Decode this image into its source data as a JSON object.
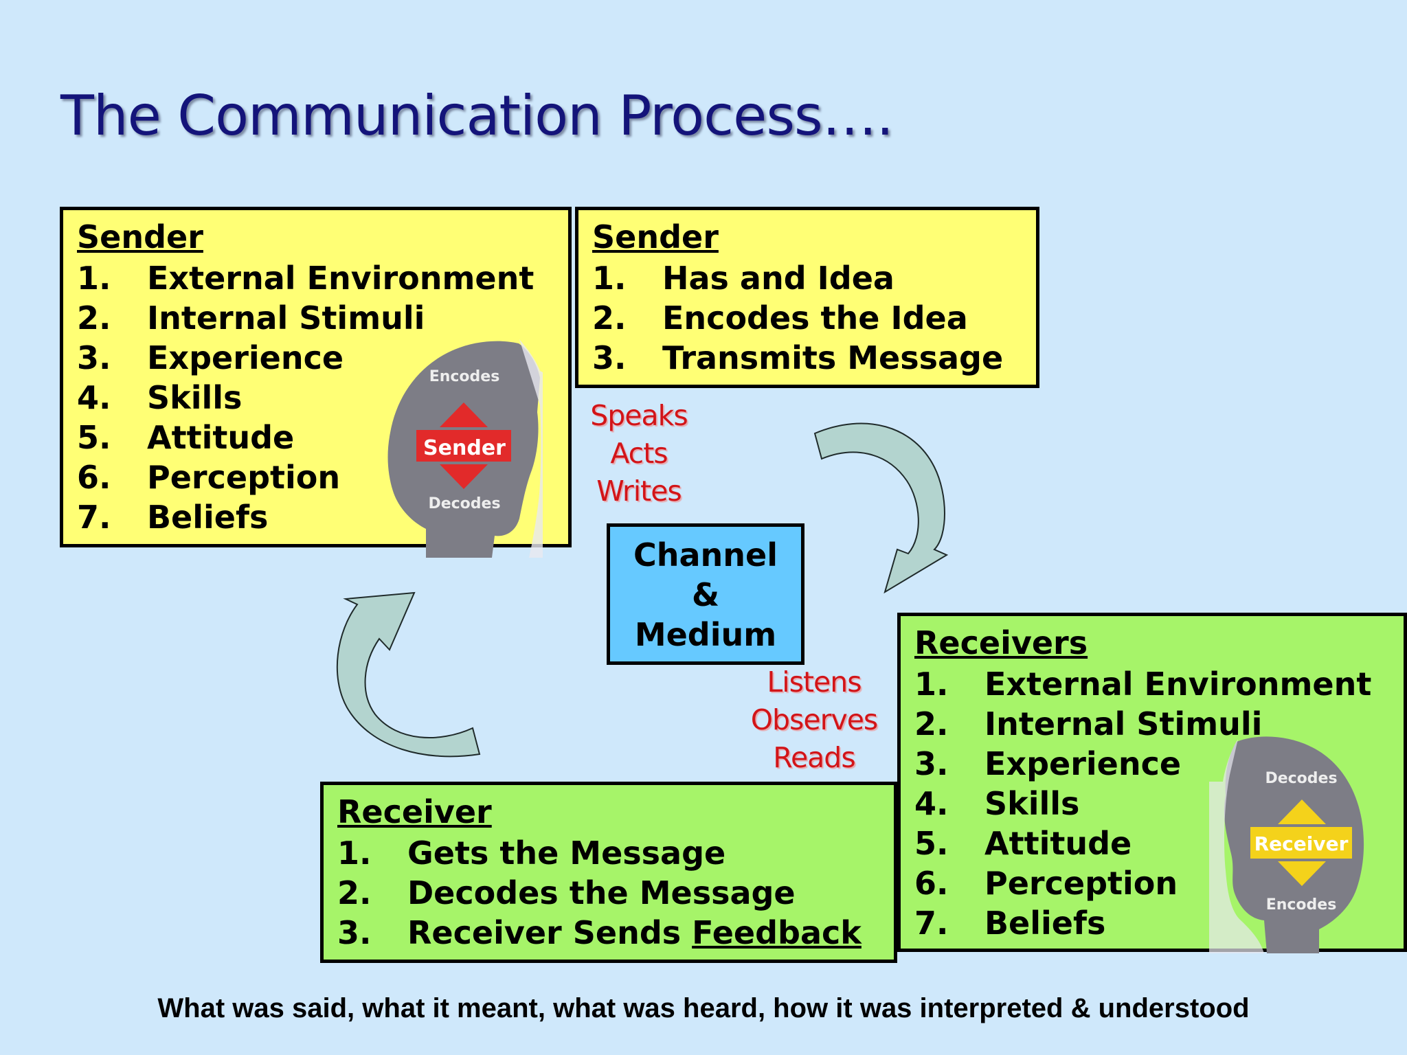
{
  "title": "The Communication Process….",
  "sender_box": {
    "heading": "Sender",
    "items": [
      {
        "num": "1.",
        "text": "External Environment"
      },
      {
        "num": "2.",
        "text": "Internal Stimuli"
      },
      {
        "num": "3.",
        "text": "Experience"
      },
      {
        "num": "4.",
        "text": "Skills"
      },
      {
        "num": "5.",
        "text": "Attitude"
      },
      {
        "num": "6.",
        "text": "Perception"
      },
      {
        "num": "7.",
        "text": "Beliefs"
      }
    ],
    "icon": {
      "top": "Encodes",
      "center": "Sender",
      "bottom": "Decodes"
    }
  },
  "sender_steps_box": {
    "heading": "Sender",
    "items": [
      {
        "num": "1.",
        "text": "Has and Idea"
      },
      {
        "num": "2.",
        "text": "Encodes the Idea"
      },
      {
        "num": "3.",
        "text": "Transmits Message"
      }
    ]
  },
  "sender_verbs": [
    "Speaks",
    "Acts",
    "Writes"
  ],
  "channel": [
    "Channel",
    "&",
    "Medium"
  ],
  "receiver_verbs": [
    "Listens",
    "Observes",
    "Reads"
  ],
  "receiver_steps_box": {
    "heading": "Receiver",
    "items": [
      {
        "num": "1.",
        "text": "Gets the Message"
      },
      {
        "num": "2.",
        "text": "Decodes the Message"
      },
      {
        "num": "3.",
        "text": "Receiver Sends ",
        "emphasis": "Feedback"
      }
    ]
  },
  "receivers_box": {
    "heading": "Receivers",
    "items": [
      {
        "num": "1.",
        "text": "External Environment"
      },
      {
        "num": "2.",
        "text": "Internal Stimuli"
      },
      {
        "num": "3.",
        "text": "Experience"
      },
      {
        "num": "4.",
        "text": "Skills"
      },
      {
        "num": "5.",
        "text": "Attitude"
      },
      {
        "num": "6.",
        "text": "Perception"
      },
      {
        "num": "7.",
        "text": "Beliefs"
      }
    ],
    "icon": {
      "top": "Decodes",
      "center": "Receiver",
      "bottom": "Encodes"
    }
  },
  "footer": "What was said, what it meant, what was heard, how it was interpreted & understood",
  "colors": {
    "background": "#cfe8fb",
    "title": "#14147a",
    "sender_box": "#ffff75",
    "receiver_box": "#a6f469",
    "channel_box": "#66c9ff",
    "verbs": "#d21418",
    "arrow": "#b3d4cf",
    "head": "#7d7d86",
    "sender_badge": "#e22a2a",
    "receiver_badge": "#f4d21b"
  }
}
